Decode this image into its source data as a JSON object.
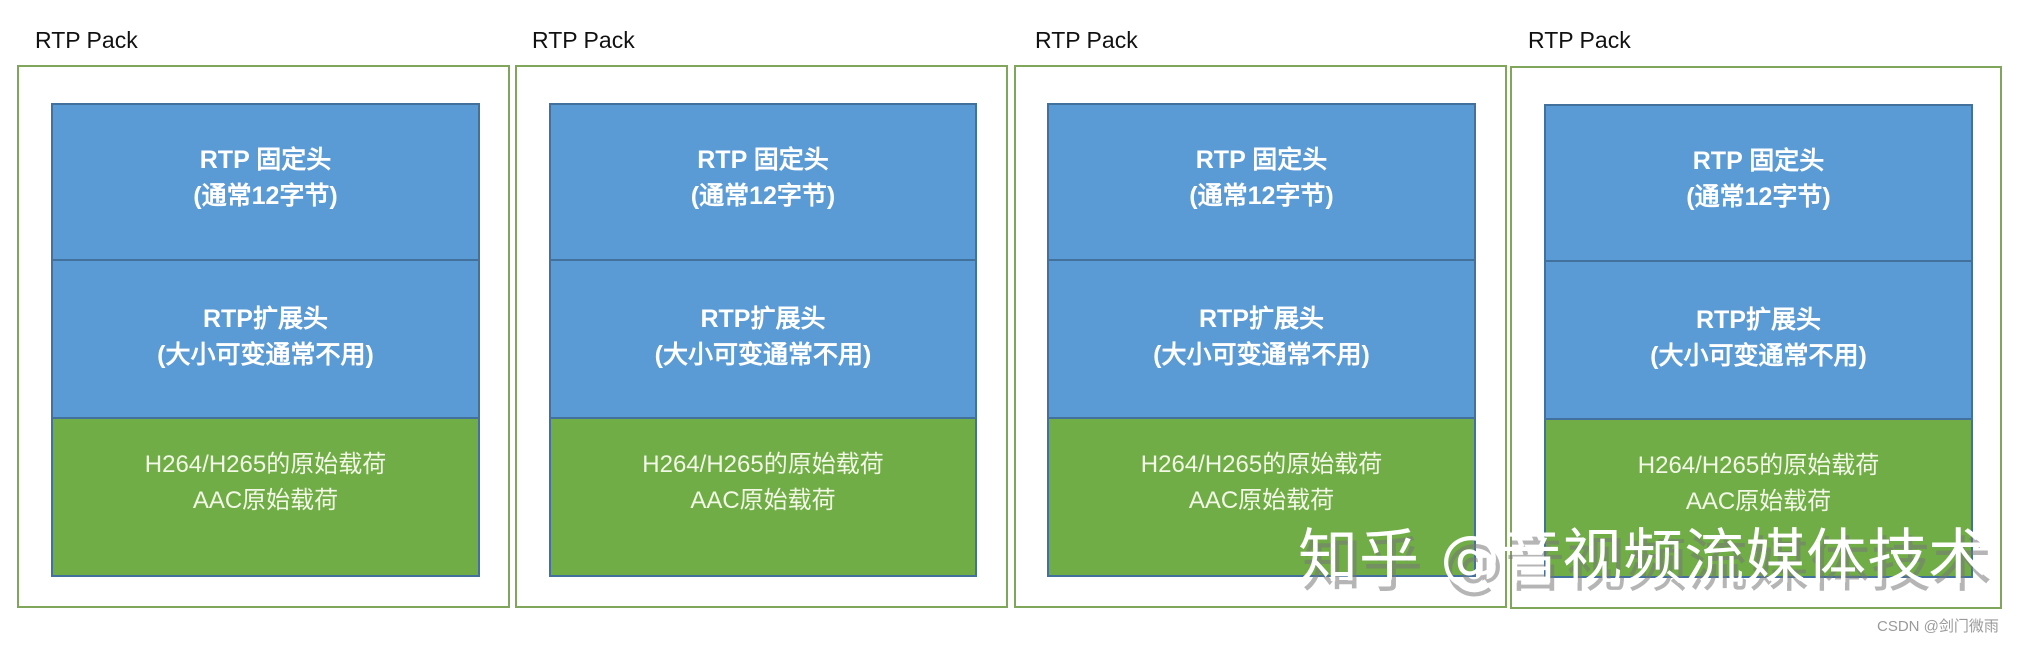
{
  "diagram": {
    "packs": [
      {
        "title": "RTP Pack",
        "sections": {
          "fixed_header": {
            "line1": "RTP 固定头",
            "line2": "(通常12字节)"
          },
          "extension_header": {
            "line1": "RTP扩展头",
            "line2": "(大小可变通常不用)"
          },
          "payload": {
            "line1": "H264/H265的原始载荷",
            "line2": "AAC原始载荷"
          }
        }
      },
      {
        "title": "RTP Pack",
        "sections": {
          "fixed_header": {
            "line1": "RTP 固定头",
            "line2": "(通常12字节)"
          },
          "extension_header": {
            "line1": "RTP扩展头",
            "line2": "(大小可变通常不用)"
          },
          "payload": {
            "line1": "H264/H265的原始载荷",
            "line2": "AAC原始载荷"
          }
        }
      },
      {
        "title": "RTP Pack",
        "sections": {
          "fixed_header": {
            "line1": "RTP 固定头",
            "line2": "(通常12字节)"
          },
          "extension_header": {
            "line1": "RTP扩展头",
            "line2": "(大小可变通常不用)"
          },
          "payload": {
            "line1": "H264/H265的原始载荷",
            "line2": "AAC原始载荷"
          }
        }
      },
      {
        "title": "RTP Pack",
        "sections": {
          "fixed_header": {
            "line1": "RTP 固定头",
            "line2": "(通常12字节)"
          },
          "extension_header": {
            "line1": "RTP扩展头",
            "line2": "(大小可变通常不用)"
          },
          "payload": {
            "line1": "H264/H265的原始载荷",
            "line2": "AAC原始载荷"
          }
        }
      }
    ],
    "colors": {
      "header_blue": "#5b9bd5",
      "header_border": "#41719c",
      "payload_green": "#70ad47",
      "outer_border_green": "#7fa65a"
    }
  },
  "watermarks": {
    "zhihu": "知乎 @音视频流媒体技术",
    "csdn": "CSDN @剑门微雨"
  }
}
